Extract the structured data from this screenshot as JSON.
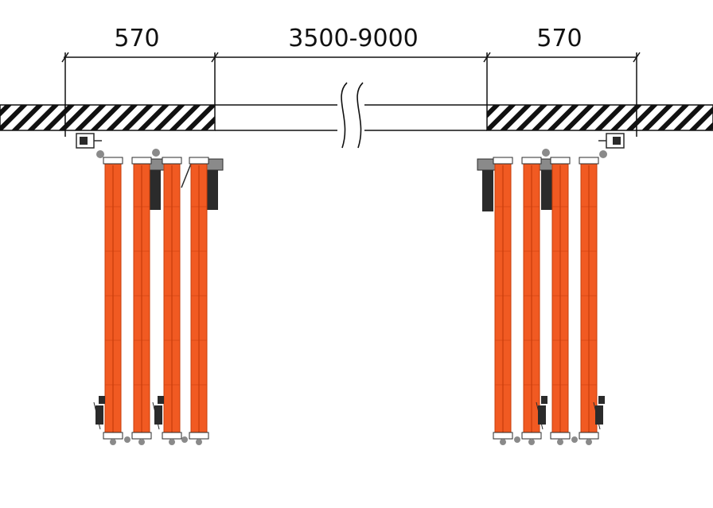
{
  "dimensions": {
    "left_width": "570",
    "opening_width": "3500-9000",
    "right_width": "570"
  },
  "colors": {
    "panel_fill": "#f15a22",
    "panel_edge": "#c73d0a",
    "hardware": "#2b2b2b",
    "hardware_light": "#8a8a8a",
    "wall_hatch": "#111111",
    "line": "#111111"
  },
  "panels": {
    "left_stack_count": 4,
    "right_stack_count": 4
  },
  "icons": {
    "wall": "hatched-wall-section",
    "break": "break-symbol",
    "carrier": "roller-carrier-icon",
    "bracket": "hinge-bracket-icon"
  }
}
